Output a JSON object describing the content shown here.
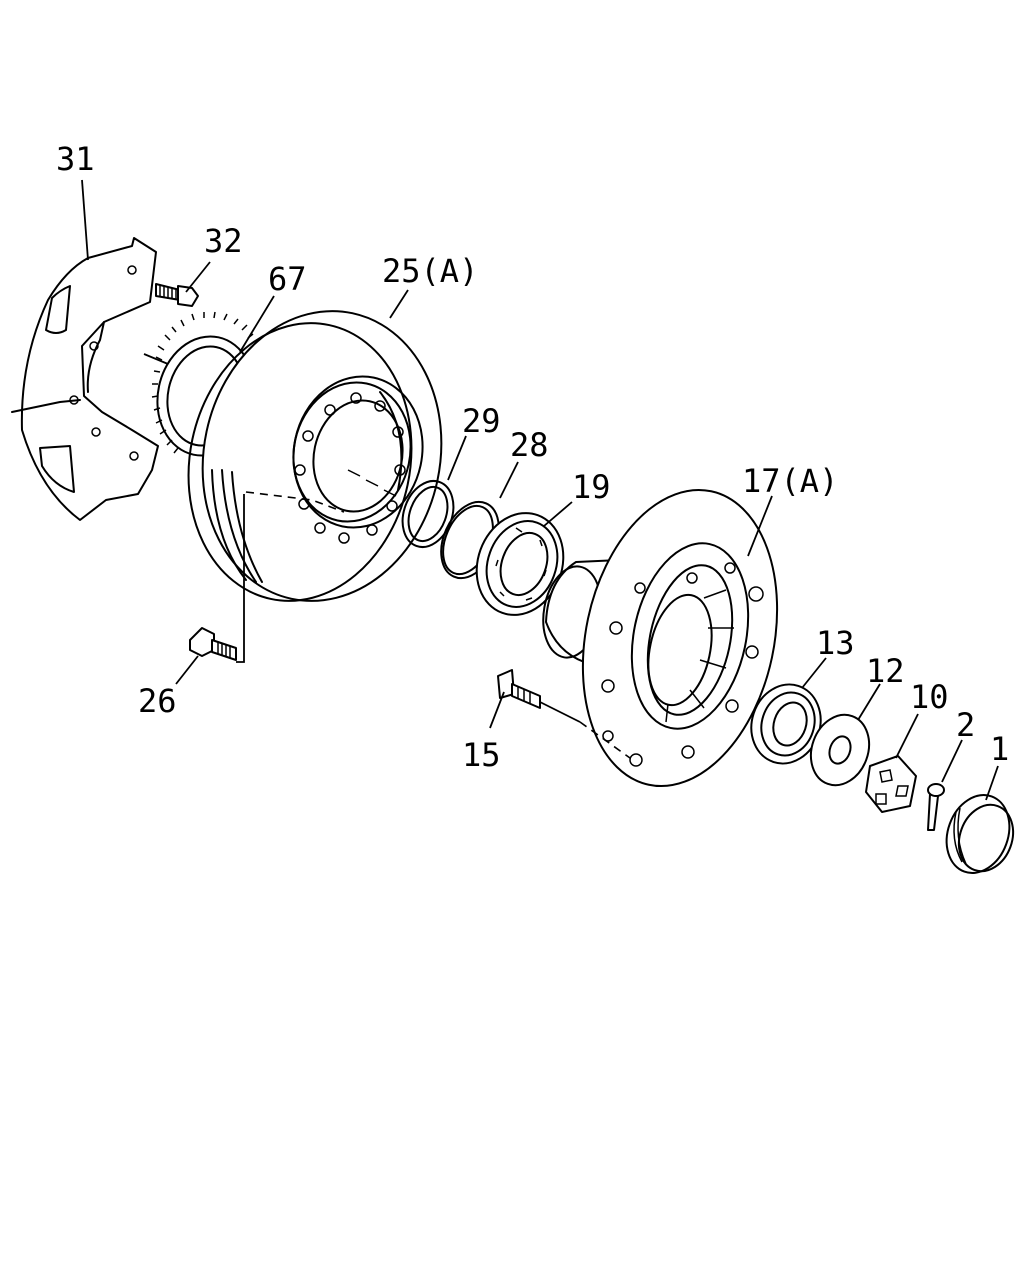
{
  "labels": {
    "p31": "31",
    "p32": "32",
    "p67": "67",
    "p25": "25(A)",
    "p29": "29",
    "p28": "28",
    "p19": "19",
    "p17": "17(A)",
    "p13": "13",
    "p12": "12",
    "p10": "10",
    "p2": "2",
    "p1": "1",
    "p26": "26",
    "p15": "15"
  }
}
